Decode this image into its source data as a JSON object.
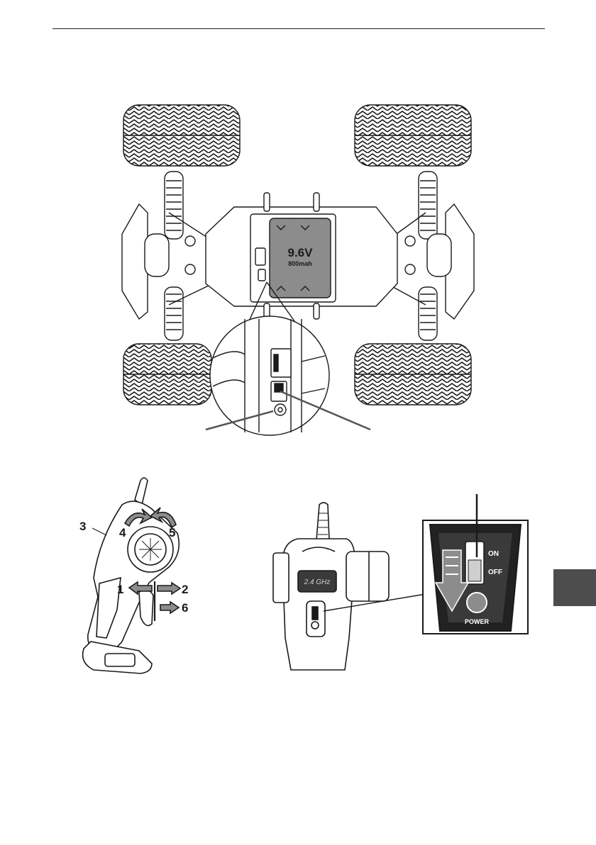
{
  "battery": {
    "voltage": "9.6V",
    "capacity": "800mah"
  },
  "controller_callouts": [
    "1",
    "2",
    "3",
    "4",
    "5",
    "6"
  ],
  "transmitter": {
    "band": "2.4 GHz"
  },
  "power_switch": {
    "on_label": "ON",
    "off_label": "OFF",
    "power_label": "POWER"
  },
  "colors": {
    "ink": "#1a1a1a",
    "accent_gray": "#8c8c8c",
    "side_tab": "#4d4d4d"
  }
}
